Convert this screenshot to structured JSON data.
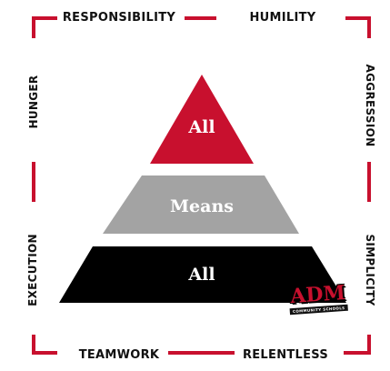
{
  "values": {
    "top": "RESPONSIBILITY",
    "top_right": "HUMILITY",
    "left_upper": "HUNGER",
    "right_upper": "AGGRESSION",
    "left_lower": "EXECUTION",
    "right_lower": "SIMPLICITY",
    "bottom_left": "TEAMWORK",
    "bottom_right": "RELENTLESS"
  },
  "pyramid": {
    "top_label": "All",
    "middle_label": "Means",
    "bottom_label": "All"
  },
  "logo": {
    "name": "ADM",
    "subtitle": "COMMUNITY SCHOOLS"
  },
  "colors": {
    "frame": "#c8102e",
    "top_tier": "#c8102e",
    "middle_tier": "#a3a3a3",
    "bottom_tier": "#000000"
  }
}
